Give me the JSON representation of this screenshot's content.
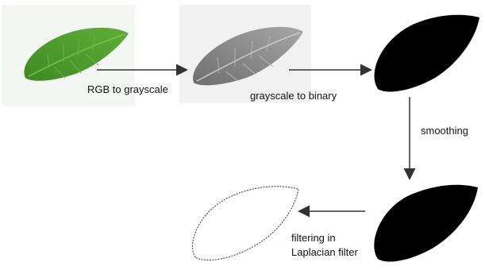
{
  "steps": {
    "rgb_to_gray": "RGB to grayscale",
    "gray_to_binary": "grayscale to binary",
    "smoothing": "smoothing",
    "filtering_line1": "filtering in",
    "filtering_line2": "Laplacian filter"
  },
  "colors": {
    "leaf_green": "#4f9a2c",
    "leaf_vein": "#7cc14f",
    "leaf_gray": "#8a8a8a",
    "binary": "#000000",
    "outline": "#333333"
  }
}
